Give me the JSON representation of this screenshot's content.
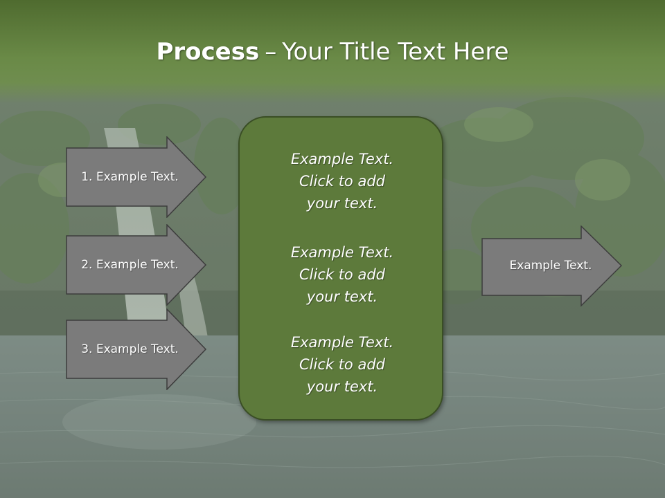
{
  "slide": {
    "title_bold": "Process",
    "title_dash": "–",
    "title_rest": "Your Title Text Here",
    "left_arrows": [
      {
        "label": "1. Example Text."
      },
      {
        "label": "2. Example Text."
      },
      {
        "label": "3. Example Text."
      }
    ],
    "center_blocks": [
      {
        "line1": "Example Text.",
        "line2": "Click  to add",
        "line3": "your text."
      },
      {
        "line1": "Example Text.",
        "line2": "Click  to add",
        "line3": "your text."
      },
      {
        "line1": "Example Text.",
        "line2": "Click  to add",
        "line3": "your text."
      }
    ],
    "right_arrow": {
      "label": "Example Text."
    },
    "colors": {
      "title_band": "#6a8a47",
      "arrow_fill": "#7a7a7a",
      "center_fill": "#5d7a3b",
      "text": "#ffffff"
    }
  }
}
